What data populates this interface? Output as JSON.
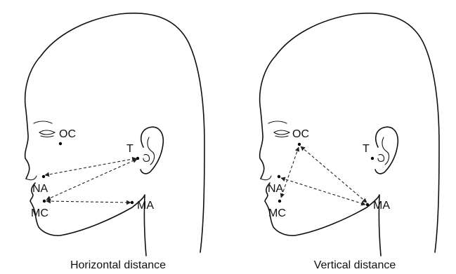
{
  "panels": [
    {
      "caption": "Horizontal distance",
      "landmarks": {
        "oc": "OC",
        "t": "T",
        "na": "NA",
        "mc": "MC",
        "ma": "MA"
      }
    },
    {
      "caption": "Vertical distance",
      "landmarks": {
        "oc": "OC",
        "t": "T",
        "na": "NA",
        "mc": "MC",
        "ma": "MA"
      }
    }
  ],
  "colors": {
    "line": "#111111",
    "background": "#ffffff"
  }
}
